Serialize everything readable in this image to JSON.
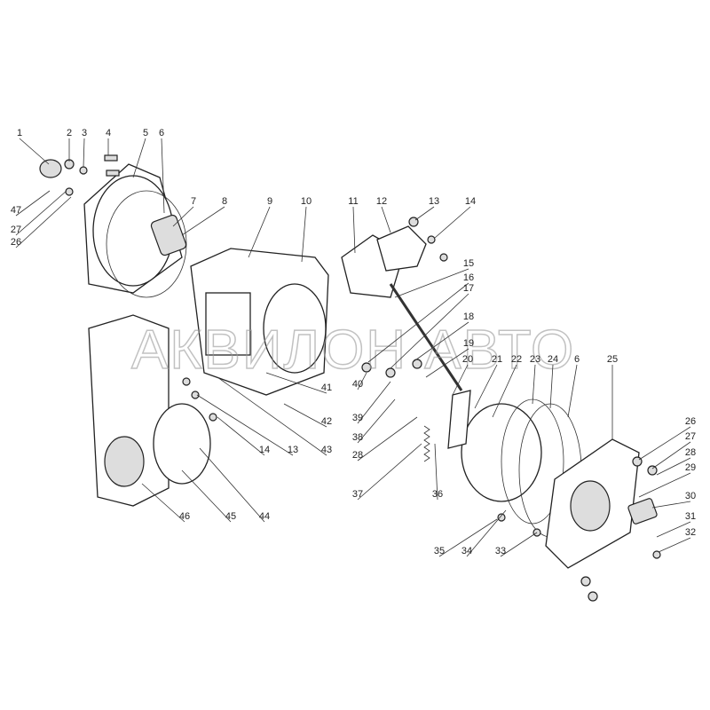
{
  "watermark": "АКВИЛОН АВТО",
  "callouts": [
    "1",
    "2",
    "3",
    "4",
    "5",
    "6",
    "7",
    "8",
    "9",
    "10",
    "11",
    "12",
    "13",
    "14",
    "15",
    "16",
    "17",
    "18",
    "19",
    "20",
    "21",
    "22",
    "23",
    "24",
    "6",
    "25",
    "26",
    "27",
    "28",
    "29",
    "30",
    "31",
    "32",
    "47",
    "27",
    "26",
    "41",
    "42",
    "43",
    "14",
    "13",
    "40",
    "39",
    "38",
    "28",
    "37",
    "36",
    "35",
    "34",
    "33",
    "46",
    "45",
    "44"
  ]
}
